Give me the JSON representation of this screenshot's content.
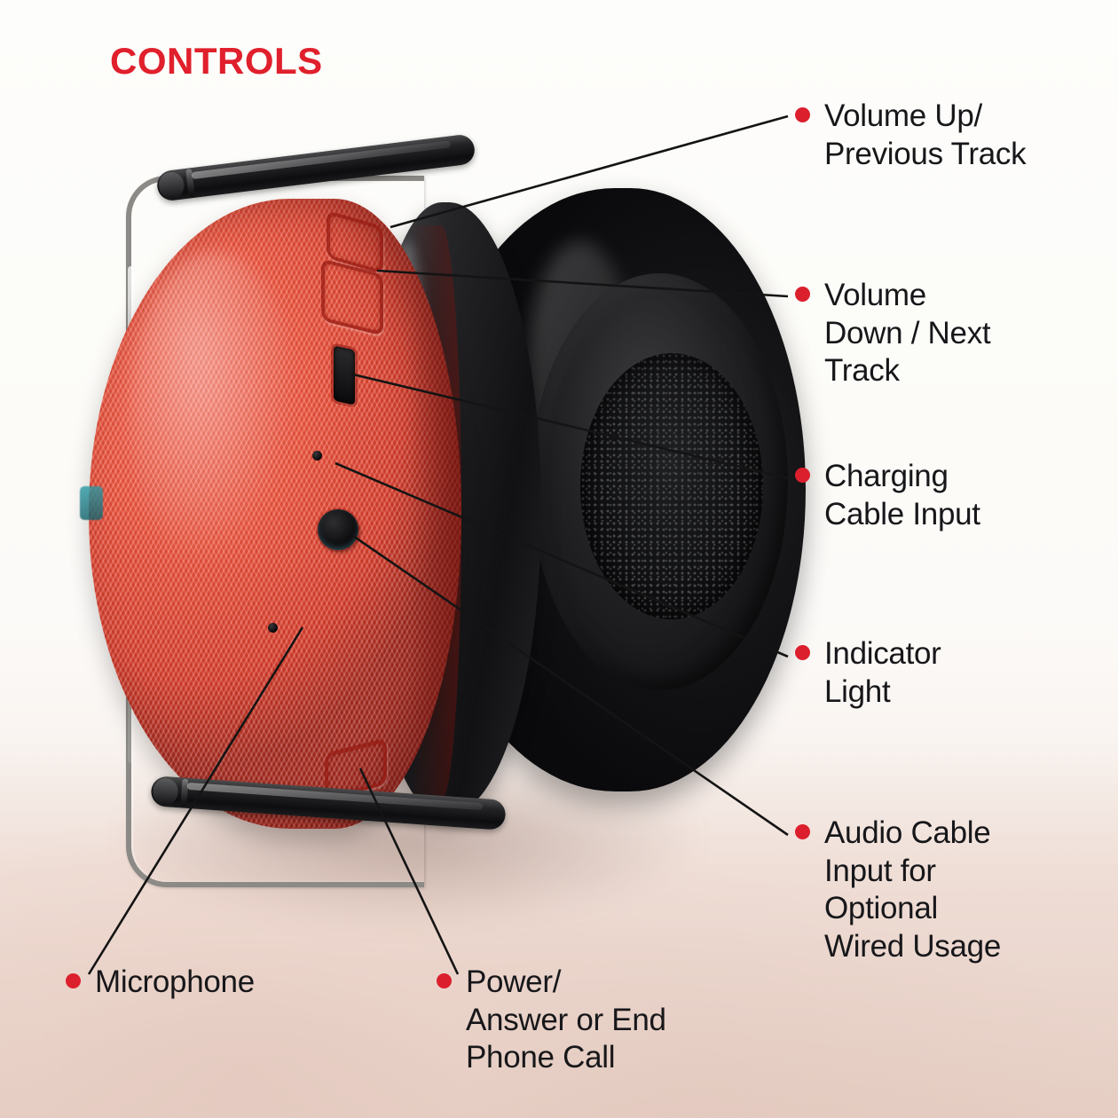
{
  "title": "CONTROLS",
  "theme": {
    "accent_red": "#dc1f2d",
    "title_red": "#e0202c",
    "text_black": "#17171a",
    "background": "#fdfcfa",
    "shell_red": "#f4563f",
    "shell_black": "#151517",
    "leader_line": "#141414"
  },
  "callouts": [
    {
      "id": "volume-up",
      "label": "Volume Up/\nPrevious Track",
      "bullet_color": "#dc1f2d"
    },
    {
      "id": "volume-down",
      "label": "Volume\nDown / Next\nTrack",
      "bullet_color": "#dc1f2d"
    },
    {
      "id": "charging-input",
      "label": "Charging\nCable Input",
      "bullet_color": "#dc1f2d"
    },
    {
      "id": "indicator-light",
      "label": "Indicator\nLight",
      "bullet_color": "#dc1f2d"
    },
    {
      "id": "audio-input",
      "label": "Audio Cable\nInput for\nOptional\nWired Usage",
      "bullet_color": "#dc1f2d"
    },
    {
      "id": "microphone",
      "label": "Microphone",
      "bullet_color": "#dc1f2d"
    },
    {
      "id": "power",
      "label": "Power/\nAnswer or End\nPhone Call",
      "bullet_color": "#dc1f2d"
    }
  ],
  "product": {
    "name": "over-ear-headphone",
    "parts": [
      {
        "id": "red-ear-shell",
        "name": "red carbon-texture ear cup shell"
      },
      {
        "id": "black-ear-cup",
        "name": "black rear ear cup"
      },
      {
        "id": "ear-cushion",
        "name": "black foam ear cushion"
      },
      {
        "id": "wire-yoke",
        "name": "metal wire headband yoke"
      },
      {
        "id": "headband-tube-top",
        "name": "black headband tube (top)"
      },
      {
        "id": "headband-tube-bot",
        "name": "black headband tube (bottom)"
      }
    ],
    "controls": [
      {
        "id": "volume-up-button",
        "shape": "rounded-square-outline"
      },
      {
        "id": "volume-down-button",
        "shape": "rounded-square-outline"
      },
      {
        "id": "usb-charging-port",
        "shape": "slot"
      },
      {
        "id": "indicator-led",
        "shape": "small-dot"
      },
      {
        "id": "audio-jack",
        "shape": "circular-port"
      },
      {
        "id": "microphone-hole",
        "shape": "small-dot"
      },
      {
        "id": "power-button",
        "shape": "rounded-square-outline"
      }
    ]
  }
}
